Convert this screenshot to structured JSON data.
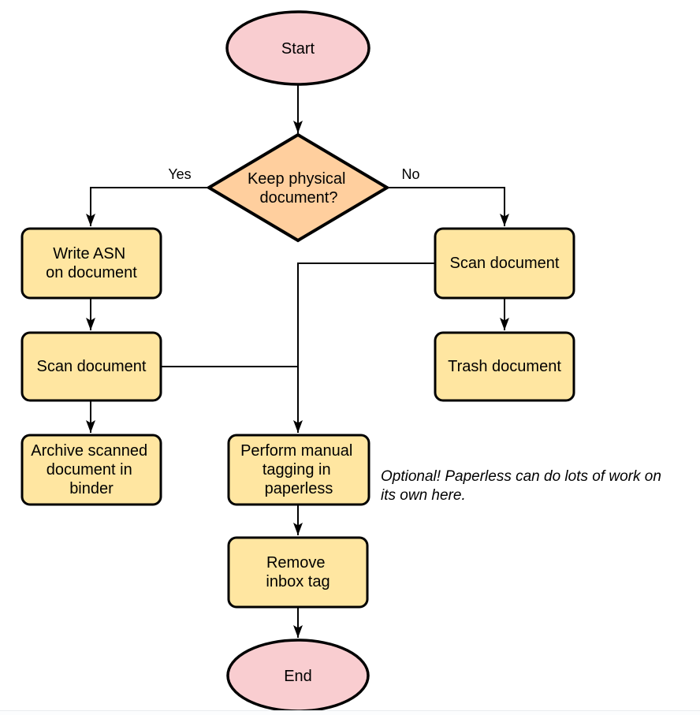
{
  "colors": {
    "terminal_fill": "#f9cdd0",
    "decision_fill": "#ffcf9e",
    "process_fill": "#ffe6a1",
    "stroke": "#000000",
    "canvas_edge": "#e9ecef",
    "below_canvas": "#fcfdfe"
  },
  "nodes": {
    "start": {
      "type": "terminal",
      "label": "Start"
    },
    "decision": {
      "type": "decision",
      "lines": [
        "Keep physical",
        "document?"
      ]
    },
    "write_asn": {
      "type": "process",
      "lines": [
        "Write ASN",
        "on document"
      ]
    },
    "scan_document_left": {
      "type": "process",
      "label": "Scan document"
    },
    "archive": {
      "type": "process",
      "lines": [
        "Archive scanned",
        "document in",
        "binder"
      ]
    },
    "scan_document_right": {
      "type": "process",
      "label": "Scan document"
    },
    "trash": {
      "type": "process",
      "label": "Trash document"
    },
    "manual_tagging": {
      "type": "process",
      "lines": [
        "Perform manual",
        "tagging in",
        "paperless"
      ]
    },
    "remove_inbox_tag": {
      "type": "process",
      "lines": [
        "Remove",
        "inbox tag"
      ]
    },
    "end": {
      "type": "terminal",
      "label": "End"
    }
  },
  "edge_labels": {
    "yes": "Yes",
    "no": "No"
  },
  "annotation": {
    "lines": [
      "Optional! Paperless can do lots of work on",
      "its own here."
    ]
  }
}
